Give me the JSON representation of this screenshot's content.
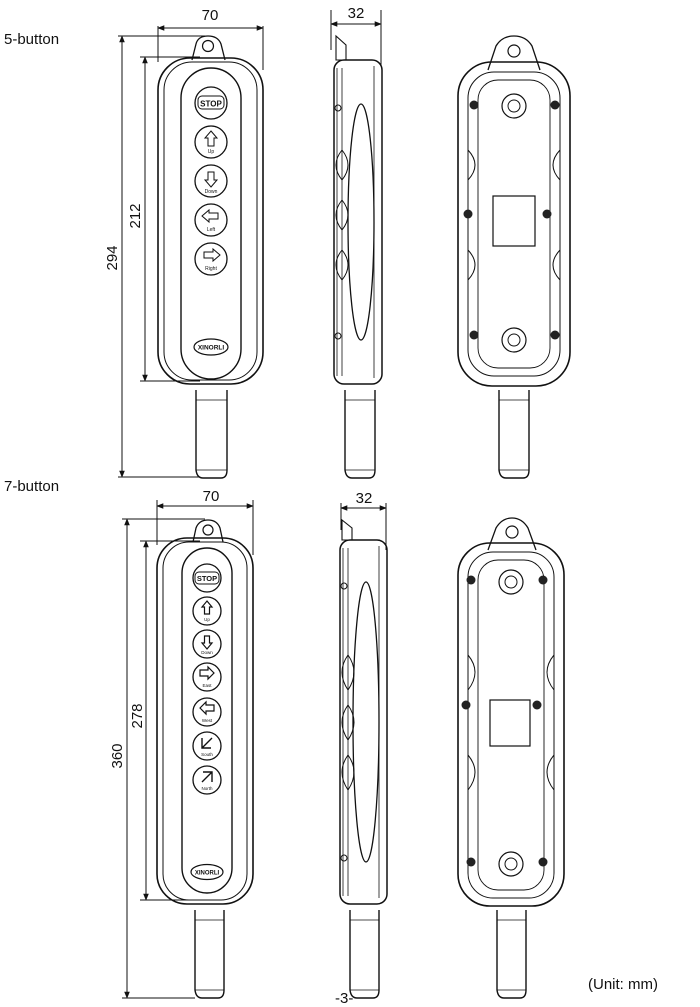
{
  "sections": [
    {
      "label": "5-button",
      "dims": {
        "width": "70",
        "thickness": "32",
        "total_length": "294",
        "body_length": "212"
      },
      "buttons": [
        {
          "top": "STOP",
          "sub": ""
        },
        {
          "top": "",
          "sub": "Up",
          "icon": "up-arrow-icon"
        },
        {
          "top": "",
          "sub": "Down",
          "icon": "down-arrow-icon"
        },
        {
          "top": "",
          "sub": "Left",
          "icon": "left-arrow-icon"
        },
        {
          "top": "",
          "sub": "Right",
          "icon": "right-arrow-icon"
        }
      ],
      "brand": "XINORLI"
    },
    {
      "label": "7-button",
      "dims": {
        "width": "70",
        "thickness": "32",
        "total_length": "360",
        "body_length": "278"
      },
      "buttons": [
        {
          "top": "STOP",
          "sub": ""
        },
        {
          "top": "",
          "sub": "Up",
          "icon": "up-arrow-icon"
        },
        {
          "top": "",
          "sub": "Down",
          "icon": "down-arrow-icon"
        },
        {
          "top": "",
          "sub": "East",
          "icon": "right-arrow-icon"
        },
        {
          "top": "",
          "sub": "West",
          "icon": "left-arrow-icon"
        },
        {
          "top": "",
          "sub": "South",
          "icon": "diag-arrow-icon"
        },
        {
          "top": "",
          "sub": "North",
          "icon": "diag-arrow-icon"
        }
      ],
      "brand": "XINORLI"
    }
  ],
  "unit_note": "(Unit:  mm)",
  "page_number": "-3-"
}
